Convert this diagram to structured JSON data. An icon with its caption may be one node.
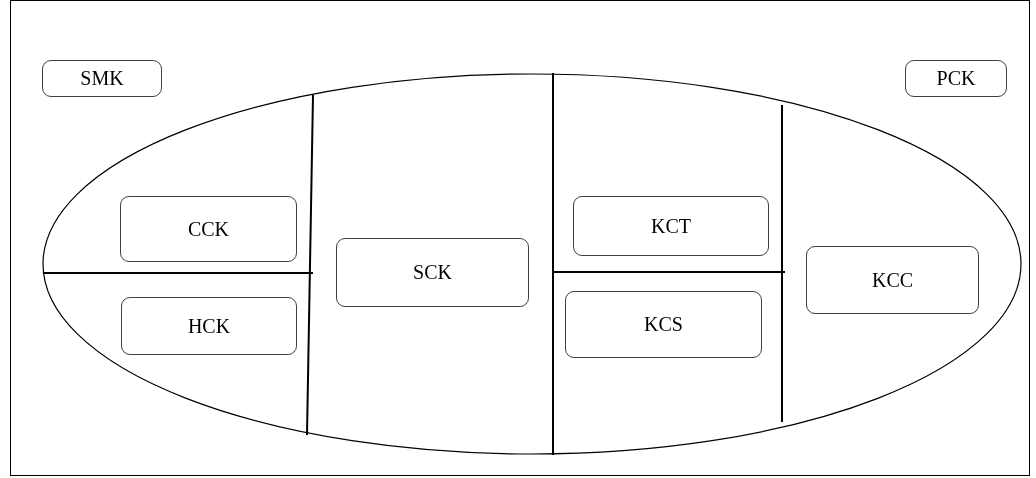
{
  "diagram": {
    "nodes": [
      {
        "text": [
          "SMK"
        ]
      },
      {
        "text": [
          "PCK"
        ]
      },
      {
        "text": [],
        "shape": "ellipse"
      },
      {
        "text": [
          "CCK"
        ],
        "in": 2
      },
      {
        "text": [
          "HCK"
        ],
        "in": 2
      },
      {
        "text": [
          "SCK"
        ],
        "in": 2
      },
      {
        "text": [
          "KCT"
        ],
        "in": 2
      },
      {
        "text": [
          "KCS"
        ],
        "in": 2
      },
      {
        "text": [
          "KCC"
        ],
        "in": 2
      }
    ]
  }
}
